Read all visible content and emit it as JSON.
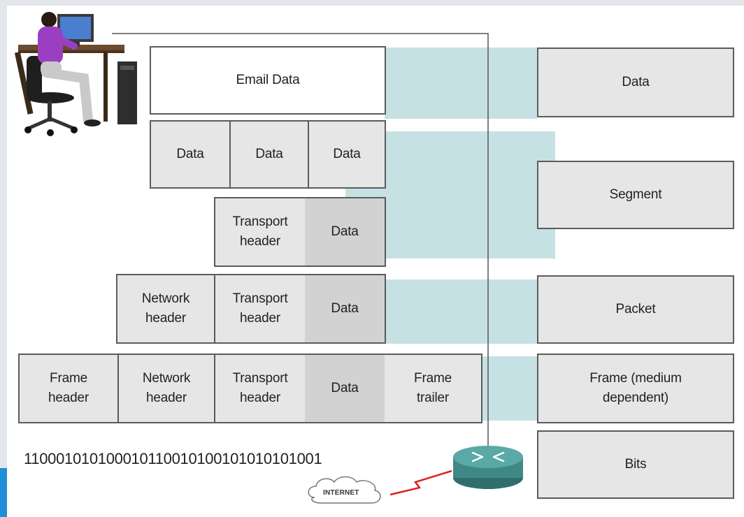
{
  "diagram": {
    "email_data": "Email Data",
    "segment_row": {
      "cells": [
        "Data",
        "Data",
        "Data"
      ]
    },
    "transport_row": {
      "cells": [
        "Transport\nheader",
        "Data"
      ]
    },
    "packet_row": {
      "cells": [
        "Network\nheader",
        "Transport\nheader",
        "Data"
      ]
    },
    "frame_row": {
      "cells": [
        "Frame\nheader",
        "Network\nheader",
        "Transport\nheader",
        "Data",
        "Frame\ntrailer"
      ]
    },
    "bits": "11000101010001011001010010101010​1001",
    "cloud_label": "INTERNET",
    "pdu_labels": [
      "Data",
      "Segment",
      "Packet",
      "Frame (medium\ndependent)",
      "Bits"
    ],
    "colors": {
      "band": "#c6e1e4",
      "cell_light": "#e6e6e6",
      "cell_data": "#d2d2d2",
      "border": "#5b5b5b",
      "link_red": "#e02020"
    }
  }
}
